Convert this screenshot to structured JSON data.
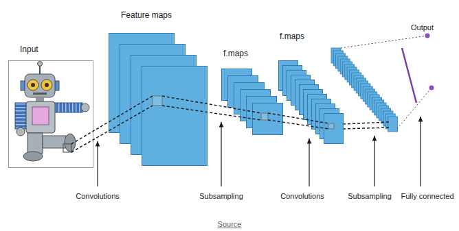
{
  "diagram": {
    "caption": "Source",
    "nodes": [
      {
        "text": [
          "Input"
        ]
      },
      {
        "text": [
          "Feature maps"
        ]
      },
      {
        "text": [
          "f.maps"
        ]
      },
      {
        "text": [
          "f.maps"
        ]
      }
    ],
    "edges": [
      {
        "from": 0,
        "to": 1,
        "arrow": "none"
      },
      {
        "from": 1,
        "to": 2,
        "arrow": "none"
      },
      {
        "from": 2,
        "to": 3,
        "arrow": "none"
      }
    ],
    "labels": [
      "Output",
      "Convolutions",
      "Subsampling",
      "Convolutions",
      "Subsampling",
      "Fully connected"
    ]
  }
}
